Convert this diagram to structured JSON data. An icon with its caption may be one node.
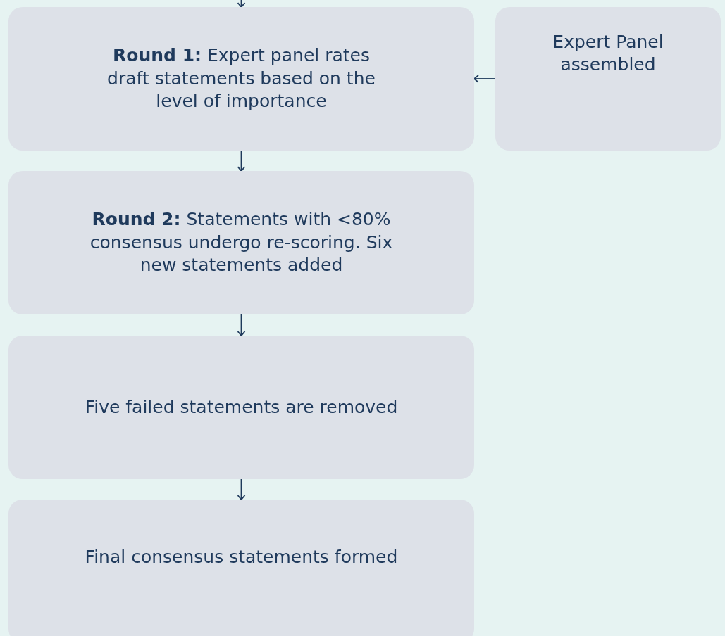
{
  "diagram": {
    "nodes": [
      {
        "text": [
          "**Round 1:** Expert panel rates draft statements based on the level of importance"
        ]
      },
      {
        "text": [
          "Expert Panel assembled"
        ]
      },
      {
        "text": [
          "**Round 2:** Statements with <80% consensus undergo re-scoring. Six new statements added"
        ]
      },
      {
        "text": [
          "Five failed statements are removed"
        ]
      },
      {
        "text": [
          "Final consensus statements formed"
        ]
      }
    ],
    "edges": [
      {
        "from": null,
        "to": 0,
        "arrow": "to"
      },
      {
        "from": 1,
        "to": 0,
        "arrow": "to"
      },
      {
        "from": 0,
        "to": 2,
        "arrow": "to"
      },
      {
        "from": 2,
        "to": 3,
        "arrow": "to"
      },
      {
        "from": 3,
        "to": 4,
        "arrow": "to"
      }
    ]
  }
}
